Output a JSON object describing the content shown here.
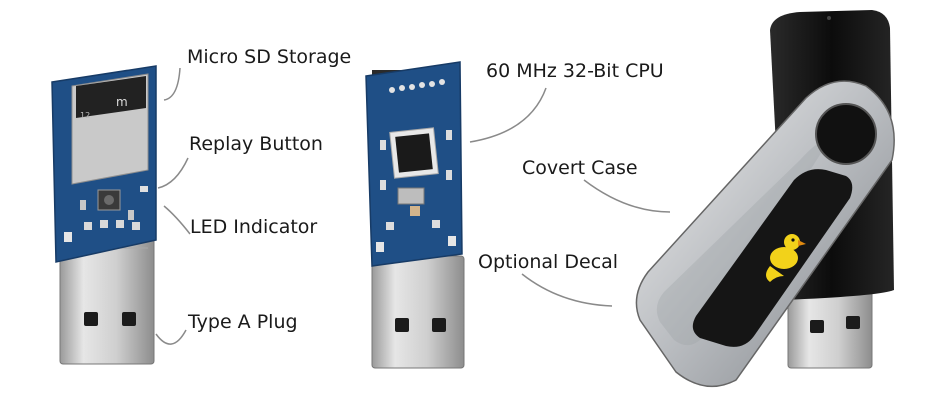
{
  "labels": {
    "micro_sd_storage": "Micro SD Storage",
    "replay_button": "Replay Button",
    "led_indicator": "LED Indicator",
    "type_a_plug": "Type A Plug",
    "cpu": "60 MHz 32-Bit CPU",
    "covert_case": "Covert Case",
    "optional_decal": "Optional Decal"
  },
  "colors": {
    "pcb": "#1f4f86",
    "metal": "#cfcfcf",
    "case_black": "#141414",
    "case_silver": "#bfc3c7",
    "decal_duck": "#f2d21a",
    "leader_line": "#8a8a8a"
  },
  "icons": {
    "decal": "rubber-duck-icon"
  }
}
